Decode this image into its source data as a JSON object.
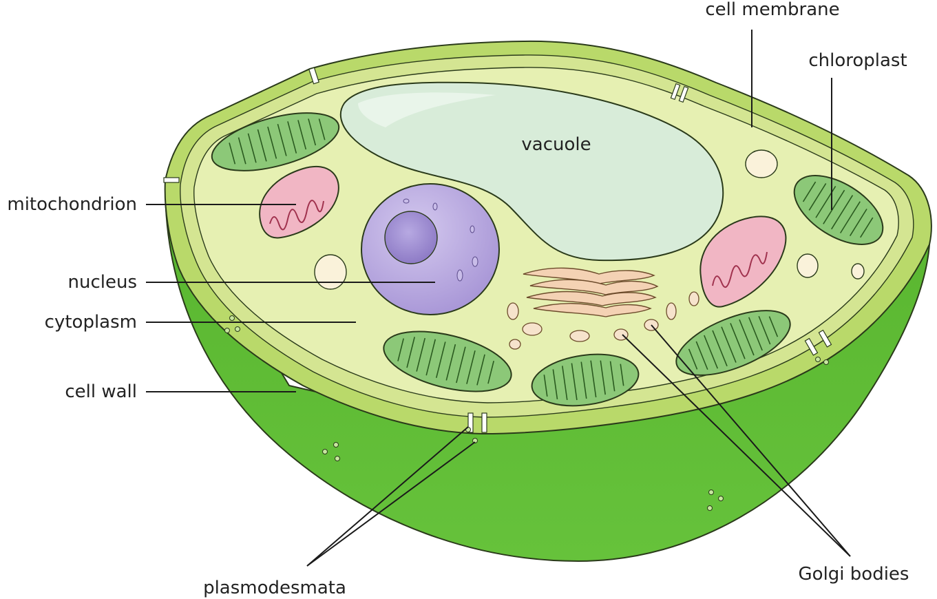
{
  "labels": {
    "cell_membrane": "cell membrane",
    "chloroplast": "chloroplast",
    "vacuole": "vacuole",
    "mitochondrion": "mitochondrion",
    "nucleus": "nucleus",
    "cytoplasm": "cytoplasm",
    "cell_wall": "cell wall",
    "plasmodesmata": "plasmodesmata",
    "golgi_bodies": "Golgi bodies"
  },
  "colors": {
    "cell_wall_outer": "#6cbf3a",
    "cell_wall_dark": "#4fa52a",
    "cell_wall_rim": "#b9d96a",
    "membrane_band": "#cfe08a",
    "cytoplasm": "#e4efaf",
    "vacuole": "#d8ecd9",
    "nucleus": "#b6a7dc",
    "nucleolus": "#9a86cc",
    "mitochondrion": "#f1b6c4",
    "chloroplast": "#86c276",
    "golgi": "#f4d2b4",
    "vesicle": "#faf2da"
  }
}
